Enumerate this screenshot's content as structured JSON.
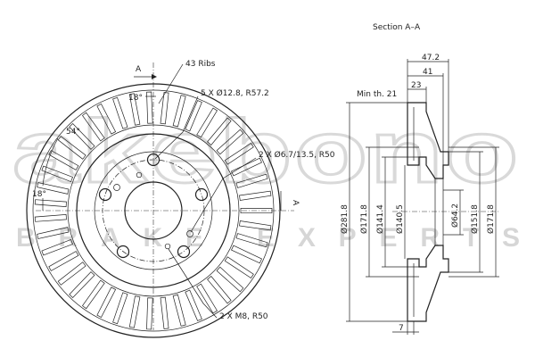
{
  "section_title": "Section A–A",
  "watermark": {
    "logo": "akebono",
    "tagline": "BRAKE EXPERTS"
  },
  "front_view": {
    "ribs_label": "43 Ribs",
    "bolt_holes_label": "5 X Ø12.8, R57.2",
    "small_holes_label": "2 X Ø6.7/13.5, R50",
    "thread_holes_label": "2 X M8, R50",
    "angle_top": "18°",
    "angle_left": "54°",
    "angle_bottom": "18°",
    "section_a_top": "A",
    "section_a_right": "A"
  },
  "section_view": {
    "min_thickness": "Min th. 21",
    "dim_total_width": "47.2",
    "dim_hat_width": "41",
    "dim_disc_thickness": "23",
    "dim_flange": "7",
    "diameters": [
      "Ø281.8",
      "Ø171.8",
      "Ø141.4",
      "Ø140.5",
      "Ø64.2",
      "Ø151.8",
      "Ø171.8"
    ]
  },
  "geometry": {
    "rib_count": 43
  }
}
